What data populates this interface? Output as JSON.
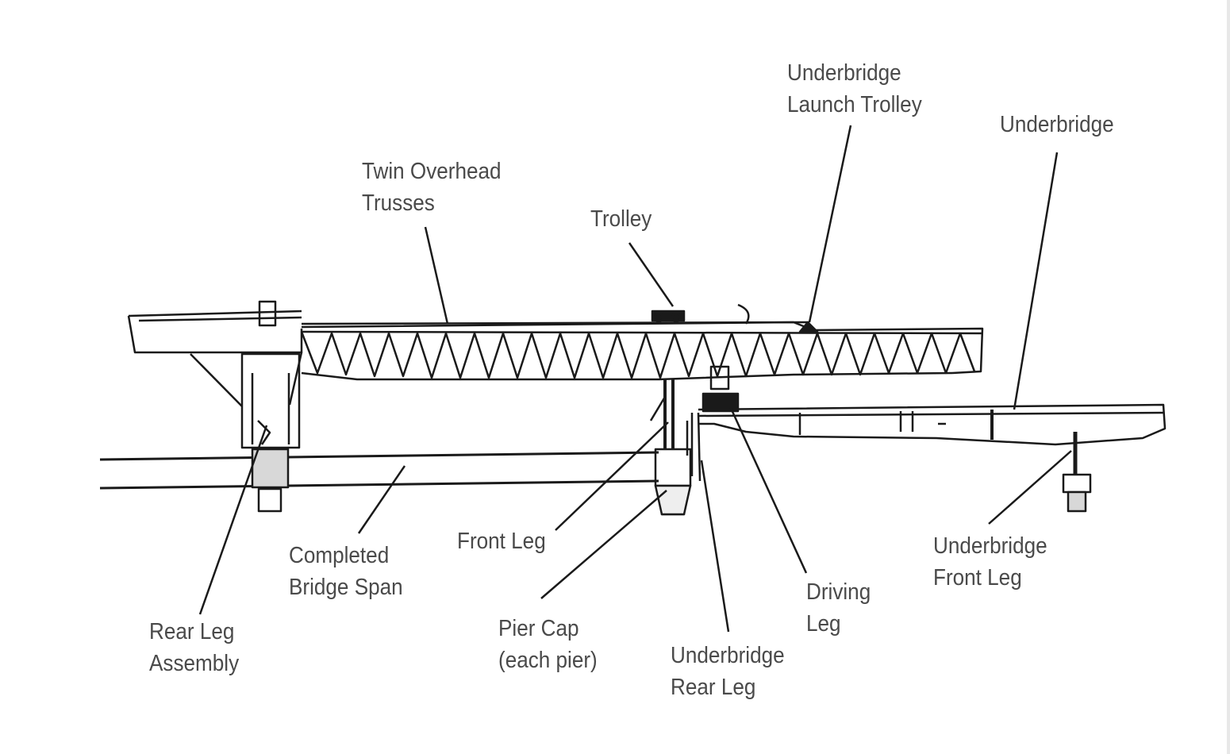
{
  "labels": {
    "twin_overhead_trusses": [
      "Twin Overhead",
      "Trusses"
    ],
    "trolley": [
      "Trolley"
    ],
    "underbridge_launch_trolley": [
      "Underbridge",
      "Launch Trolley"
    ],
    "underbridge": [
      "Underbridge"
    ],
    "completed_bridge_span": [
      "Completed",
      "Bridge Span"
    ],
    "front_leg": [
      "Front Leg"
    ],
    "rear_leg_assembly": [
      "Rear Leg",
      "Assembly"
    ],
    "pier_cap": [
      "Pier Cap",
      "(each pier)"
    ],
    "underbridge_rear_leg": [
      "Underbridge",
      "Rear Leg"
    ],
    "driving_leg": [
      "Driving",
      "Leg"
    ],
    "underbridge_front_leg": [
      "Underbridge",
      "Front Leg"
    ]
  },
  "colors": {
    "line": "#1a1a1a",
    "text": "#4a4a4a",
    "background": "#ffffff"
  }
}
